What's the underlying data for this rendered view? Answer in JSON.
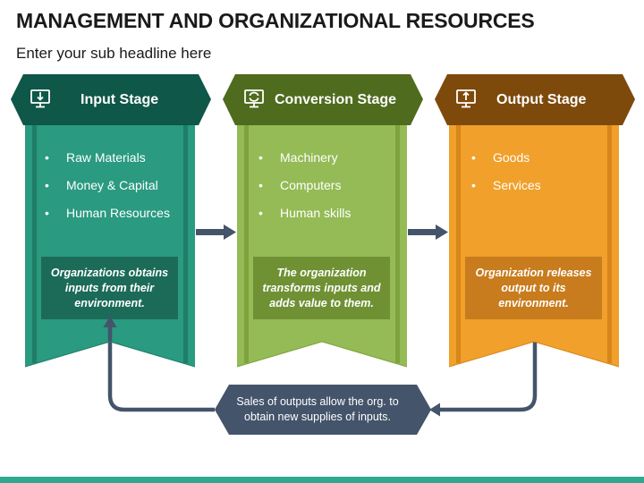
{
  "title": "MANAGEMENT AND ORGANIZATIONAL RESOURCES",
  "subtitle": "Enter your sub headline here",
  "stages": [
    {
      "label": "Input Stage",
      "icon": "monitor-download-icon",
      "header_color": "#0f5748",
      "panel_color": "#2a9a80",
      "stripe_color": "#1f7e68",
      "note_color": "#1b6b58",
      "items": [
        "Raw Materials",
        "Money & Capital",
        "Human Resources"
      ],
      "note": "Organizations obtains inputs from their environment."
    },
    {
      "label": "Conversion Stage",
      "icon": "monitor-refresh-icon",
      "header_color": "#4f6b1d",
      "panel_color": "#94bb55",
      "stripe_color": "#7da23e",
      "note_color": "#6f9134",
      "items": [
        "Machinery",
        "Computers",
        "Human skills"
      ],
      "note": "The organization transforms inputs and adds value to them."
    },
    {
      "label": "Output Stage",
      "icon": "monitor-upload-icon",
      "header_color": "#7d4a0c",
      "panel_color": "#f0a02b",
      "stripe_color": "#d8851a",
      "note_color": "#c87c1d",
      "items": [
        "Goods",
        "Services"
      ],
      "note": "Organization releases output to its environment."
    }
  ],
  "feedback": {
    "text": "Sales of outputs allow the org. to obtain new supplies of inputs.",
    "color": "#44546a"
  },
  "colors": {
    "arrow": "#44546a",
    "accent_bar": "#2fa88c"
  }
}
